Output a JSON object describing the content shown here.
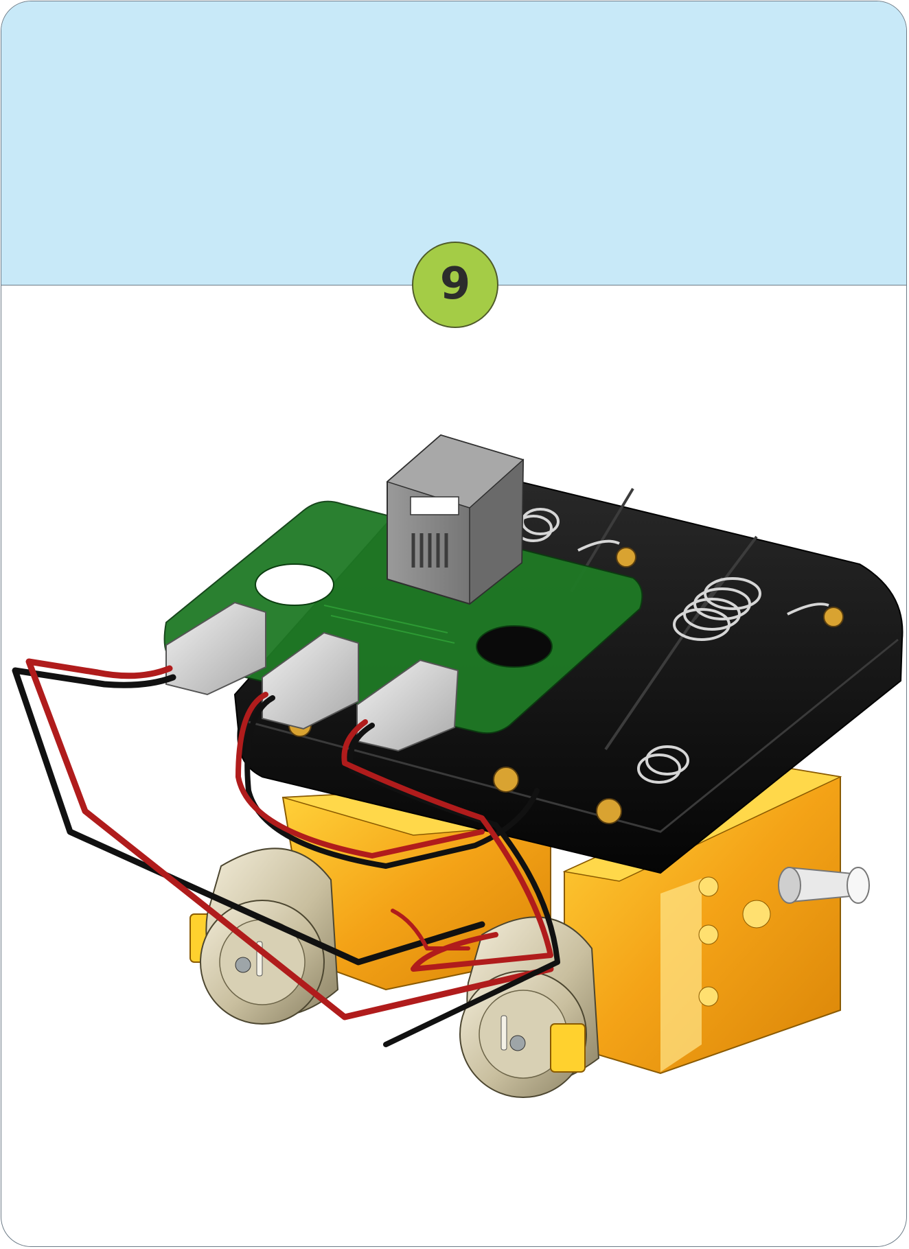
{
  "step": {
    "number": "9"
  },
  "colors": {
    "header_band": "#c8e9f8",
    "badge": "#a4cc46",
    "card_border": "#6b7a86",
    "pcb": "#1f7a25",
    "battery_holder": "#0c0c0c",
    "gearbox": "#f4a317",
    "motor": "#cfc6a8",
    "wire_red": "#b01c1c",
    "wire_black": "#111111",
    "connector": "#d8d8d8",
    "jack": "#7f7f7f"
  },
  "illustration": {
    "parts": [
      "rj-jack",
      "circuit-board",
      "connector-1",
      "connector-2",
      "connector-3",
      "battery-holder",
      "battery-springs",
      "gearbox-left",
      "gearbox-right",
      "motor-left",
      "motor-right",
      "output-shaft",
      "wire-harness"
    ]
  }
}
